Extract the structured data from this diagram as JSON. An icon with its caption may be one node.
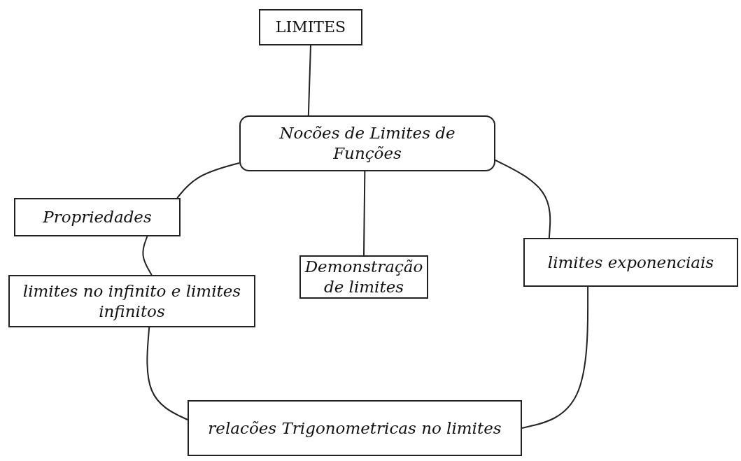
{
  "diagram": {
    "nodes": [
      {
        "text": [
          "LIMITES"
        ]
      },
      {
        "text": [
          "Nocões de Limites de Funções"
        ]
      },
      {
        "text": [
          "Propriedades"
        ]
      },
      {
        "text": [
          "Demonstração de limites"
        ]
      },
      {
        "text": [
          "limites exponenciais"
        ]
      },
      {
        "text": [
          "limites no infinito e limites infinitos"
        ]
      },
      {
        "text": [
          "relacões Trigonometricas no limites"
        ]
      }
    ],
    "edges": [
      {
        "from": 0,
        "to": 1,
        "arrow": "none"
      },
      {
        "from": 1,
        "to": 2,
        "arrow": "none"
      },
      {
        "from": 2,
        "to": 5,
        "arrow": "none"
      },
      {
        "from": 1,
        "to": 3,
        "arrow": "none"
      },
      {
        "from": 1,
        "to": 4,
        "arrow": "none"
      },
      {
        "from": 5,
        "to": 6,
        "arrow": "none"
      },
      {
        "from": 4,
        "to": 6,
        "arrow": "none"
      }
    ]
  }
}
